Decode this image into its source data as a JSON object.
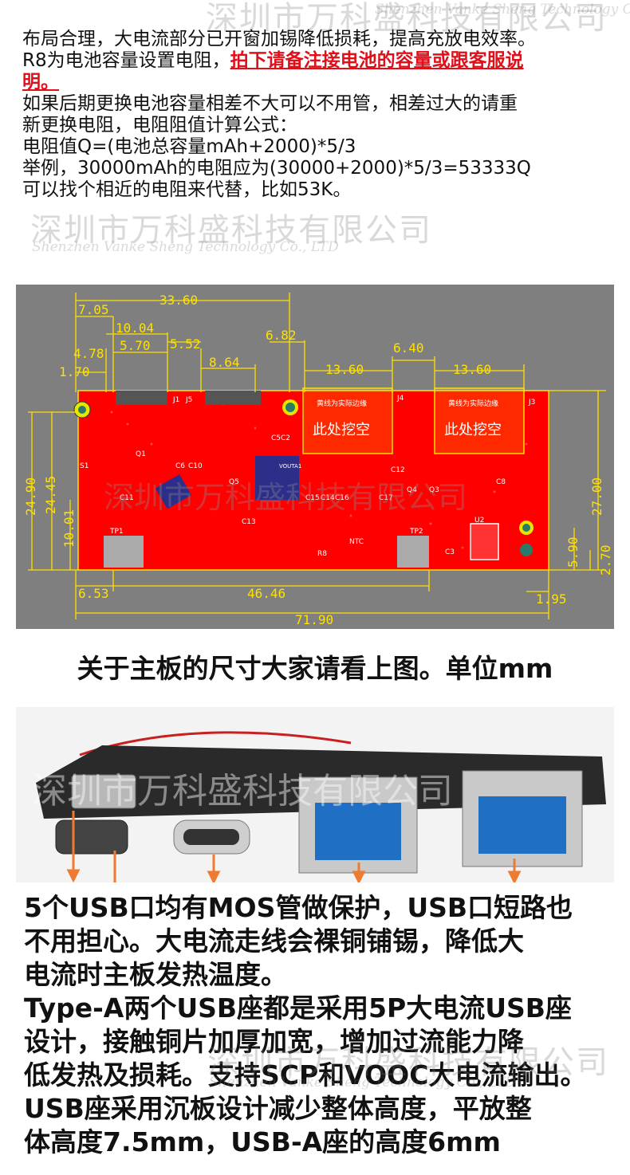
{
  "watermark": {
    "cn": "深圳市万科盛科技有限公司",
    "en": "Shenzhen Vanke Sheng Technology Co., LTD"
  },
  "intro": {
    "l1": "布局合理，大电流部分已开窗加锡降低损耗，提高充放电效率。",
    "l2_prefix": "R8为电池容量设置电阻，",
    "l2_red": "拍下请备注接电池的容量或跟客服说",
    "l3_red": "明。",
    "l4": "如果后期更换电池容量相差不大可以不用管，相差过大的请重",
    "l5": "新更换电阻，电阻阻值计算公式：",
    "l6": "电阻值Q=(电池总容量mAh+2000)*5/3",
    "l7": "举例，30000mAh的电阻应为(30000+2000)*5/3=53333Q",
    "l8": "可以找个相近的电阻来代替，比如53K。"
  },
  "pcb": {
    "dims": {
      "d3360": "33.60",
      "d705": "7.05",
      "d1004": "10.04",
      "d478": "4.78",
      "d570": "5.70",
      "d552": "5.52",
      "d864": "8.64",
      "d682": "6.82",
      "d170": "1.70",
      "d640": "6.40",
      "d1360a": "13.60",
      "d1360b": "13.60",
      "d2490": "24.90",
      "d2445": "24.45",
      "d1001": "10.01",
      "d2700": "27.00",
      "d590": "5.90",
      "d270": "2.70",
      "d653": "6.53",
      "d4646": "46.46",
      "d195": "1.95",
      "d7190": "71.90"
    },
    "cutout_note": "黄线为实际边缘",
    "cutout_label": "此处挖空",
    "labels": {
      "j1": "J1",
      "j5": "J5",
      "j4": "J4",
      "j3": "J3",
      "s1": "S1",
      "tp1": "TP1",
      "tp2": "TP2",
      "c5": "C5",
      "c2": "C2",
      "q1": "Q1",
      "q5": "Q5",
      "c6": "C6",
      "c10": "C10",
      "c11": "C11",
      "c13": "C13",
      "c15": "C15",
      "c14": "C14",
      "c16": "C16",
      "c17": "C17",
      "c12": "C12",
      "q4": "Q4",
      "q3": "Q3",
      "c8": "C8",
      "u2": "U2",
      "c3": "C3",
      "r8": "R8",
      "ntc": "NTC",
      "vout": "VOUTA1"
    }
  },
  "caption1": "关于主板的尺寸大家请看上图。单位mm",
  "body2": {
    "l1": "5个USB口均有MOS管做保护，USB口短路也",
    "l2": "不用担心。大电流走线会裸铜铺锡，降低大",
    "l3": "电流时主板发热温度。",
    "l4": "Type-A两个USB座都是采用5P大电流USB座",
    "l5": "设计，接触铜片加厚加宽，增加过流能力降",
    "l6": "低发热及损耗。支持SCP和VOOC大电流输出。",
    "l7": "USB座采用沉板设计减少整体高度，平放整",
    "l8": "体高度7.5mm，USB-A座的高度6mm"
  },
  "colors": {
    "accent_red": "#e0101a",
    "pcb_red": "#ff0000",
    "dim_yellow": "#ffe100",
    "usb_blue": "#1f6fc4"
  }
}
